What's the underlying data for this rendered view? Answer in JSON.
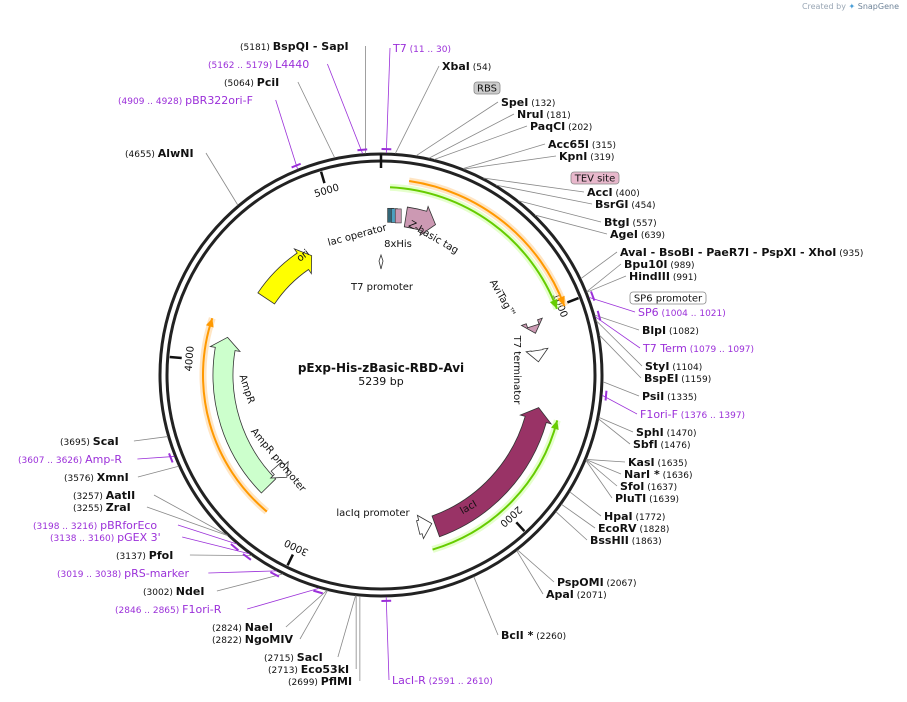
{
  "watermark": {
    "prefix": "Created by",
    "brand": "SnapGene",
    "icon": "snapgene-logo-icon"
  },
  "map": {
    "name": "pExp-His-zBasic-RBD-Avi",
    "length_label": "5239 bp",
    "total_bp": 5239,
    "tick_labels": [
      {
        "bp": 1000,
        "label": "1000"
      },
      {
        "bp": 2000,
        "label": "2000"
      },
      {
        "bp": 3000,
        "label": "3000"
      },
      {
        "bp": 4000,
        "label": "4000"
      },
      {
        "bp": 5000,
        "label": "5000"
      }
    ],
    "colors": {
      "backbone": "#222222",
      "enzyme_text": "#111111",
      "primer": "#9b30d9",
      "ori": "#ffff00",
      "ampr": "#ccffcc",
      "laci": "#993366",
      "orf_orange": "#ff9900",
      "orf_green": "#66cc00",
      "tag_pink": "#cc99b3"
    }
  },
  "features": [
    {
      "name": "ori",
      "label": "ori",
      "color": "#ffff00"
    },
    {
      "name": "AmpR",
      "label": "AmpR",
      "color": "#ccffcc"
    },
    {
      "name": "AmpR promoter",
      "label": "AmpR promoter",
      "color": "#ffffff"
    },
    {
      "name": "lacI",
      "label": "lacI",
      "color": "#993366"
    },
    {
      "name": "lacIq promoter",
      "label": "lacIq promoter",
      "color": "#ffffff"
    },
    {
      "name": "T7 terminator",
      "label": "T7 terminator",
      "color": "#ffffff"
    },
    {
      "name": "AviTag",
      "label": "AviTag™",
      "color": "#cc99b3"
    },
    {
      "name": "Z-basic tag",
      "label": "Z-basic tag",
      "color": "#cc99b3"
    },
    {
      "name": "8xHis",
      "label": "8xHis",
      "color": "#336677"
    },
    {
      "name": "lac operator",
      "label": "lac operator",
      "color": "#ffffff"
    },
    {
      "name": "T7 promoter",
      "label": "T7 promoter",
      "color": "#ffffff"
    }
  ],
  "boxed_labels": [
    {
      "label": "RBS",
      "style": "gray"
    },
    {
      "label": "TEV site",
      "style": "pink"
    },
    {
      "label": "SP6 promoter",
      "style": "white"
    }
  ],
  "sites": [
    {
      "name": "BspQI",
      "pos": "(5181)",
      "extra": "- SapI",
      "kind": "enzyme"
    },
    {
      "name": "L4440",
      "pos": "(5162 .. 5179)",
      "kind": "primer"
    },
    {
      "name": "PciI",
      "pos": "(5064)",
      "kind": "enzyme"
    },
    {
      "name": "pBR322ori-F",
      "pos": "(4909 .. 4928)",
      "kind": "primer"
    },
    {
      "name": "AlwNI",
      "pos": "(4655)",
      "kind": "enzyme"
    },
    {
      "name": "T7",
      "pos": "(11 .. 30)",
      "kind": "primer"
    },
    {
      "name": "XbaI",
      "pos": "(54)",
      "kind": "enzyme"
    },
    {
      "name": "SpeI",
      "pos": "(132)",
      "kind": "enzyme"
    },
    {
      "name": "NruI",
      "pos": "(181)",
      "kind": "enzyme"
    },
    {
      "name": "PaqCI",
      "pos": "(202)",
      "kind": "enzyme"
    },
    {
      "name": "Acc65I",
      "pos": "(315)",
      "kind": "enzyme"
    },
    {
      "name": "KpnI",
      "pos": "(319)",
      "kind": "enzyme"
    },
    {
      "name": "AccI",
      "pos": "(400)",
      "kind": "enzyme"
    },
    {
      "name": "BsrGI",
      "pos": "(454)",
      "kind": "enzyme"
    },
    {
      "name": "BtgI",
      "pos": "(557)",
      "kind": "enzyme"
    },
    {
      "name": "AgeI",
      "pos": "(639)",
      "kind": "enzyme"
    },
    {
      "name": "AvaI",
      "extra": "- BsoBI   - PaeR7I   - PspXI   - XhoI",
      "pos": "(935)",
      "kind": "enzyme"
    },
    {
      "name": "Bpu10I",
      "pos": "(989)",
      "kind": "enzyme"
    },
    {
      "name": "HindIII",
      "pos": "(991)",
      "kind": "enzyme"
    },
    {
      "name": "SP6",
      "pos": "(1004 .. 1021)",
      "kind": "primer"
    },
    {
      "name": "BlpI",
      "pos": "(1082)",
      "kind": "enzyme"
    },
    {
      "name": "T7 Term",
      "pos": "(1079 .. 1097)",
      "kind": "primer"
    },
    {
      "name": "StyI",
      "pos": "(1104)",
      "kind": "enzyme"
    },
    {
      "name": "BspEI",
      "pos": "(1159)",
      "kind": "enzyme"
    },
    {
      "name": "PsiI",
      "pos": "(1335)",
      "kind": "enzyme"
    },
    {
      "name": "F1ori-F",
      "pos": "(1376 .. 1397)",
      "kind": "primer"
    },
    {
      "name": "SphI",
      "pos": "(1470)",
      "kind": "enzyme"
    },
    {
      "name": "SbfI",
      "pos": "(1476)",
      "kind": "enzyme"
    },
    {
      "name": "KasI",
      "pos": "(1635)",
      "kind": "enzyme"
    },
    {
      "name": "NarI *",
      "pos": "(1636)",
      "kind": "enzyme"
    },
    {
      "name": "SfoI",
      "pos": "(1637)",
      "kind": "enzyme"
    },
    {
      "name": "PluTI",
      "pos": "(1639)",
      "kind": "enzyme"
    },
    {
      "name": "HpaI",
      "pos": "(1772)",
      "kind": "enzyme"
    },
    {
      "name": "EcoRV",
      "pos": "(1828)",
      "kind": "enzyme"
    },
    {
      "name": "BssHII",
      "pos": "(1863)",
      "kind": "enzyme"
    },
    {
      "name": "PspOMI",
      "pos": "(2067)",
      "kind": "enzyme"
    },
    {
      "name": "ApaI",
      "pos": "(2071)",
      "kind": "enzyme"
    },
    {
      "name": "BclI *",
      "pos": "(2260)",
      "kind": "enzyme"
    },
    {
      "name": "LacI-R",
      "pos": "(2591 .. 2610)",
      "kind": "primer"
    },
    {
      "name": "PflMI",
      "pos": "(2699)",
      "kind": "enzyme"
    },
    {
      "name": "Eco53kI",
      "pos": "(2713)",
      "kind": "enzyme"
    },
    {
      "name": "SacI",
      "pos": "(2715)",
      "kind": "enzyme"
    },
    {
      "name": "NgoMIV",
      "pos": "(2822)",
      "kind": "enzyme"
    },
    {
      "name": "NaeI",
      "pos": "(2824)",
      "kind": "enzyme"
    },
    {
      "name": "F1ori-R",
      "pos": "(2846 .. 2865)",
      "kind": "primer"
    },
    {
      "name": "NdeI",
      "pos": "(3002)",
      "kind": "enzyme"
    },
    {
      "name": "pRS-marker",
      "pos": "(3019 .. 3038)",
      "kind": "primer"
    },
    {
      "name": "PfoI",
      "pos": "(3137)",
      "kind": "enzyme"
    },
    {
      "name": "pGEX 3'",
      "pos": "(3138 .. 3160)",
      "kind": "primer"
    },
    {
      "name": "pBRforEco",
      "pos": "(3198 .. 3216)",
      "kind": "primer"
    },
    {
      "name": "ZraI",
      "pos": "(3255)",
      "kind": "enzyme"
    },
    {
      "name": "AatII",
      "pos": "(3257)",
      "kind": "enzyme"
    },
    {
      "name": "XmnI",
      "pos": "(3576)",
      "kind": "enzyme"
    },
    {
      "name": "Amp-R",
      "pos": "(3607 .. 3626)",
      "kind": "primer"
    },
    {
      "name": "ScaI",
      "pos": "(3695)",
      "kind": "enzyme"
    }
  ]
}
